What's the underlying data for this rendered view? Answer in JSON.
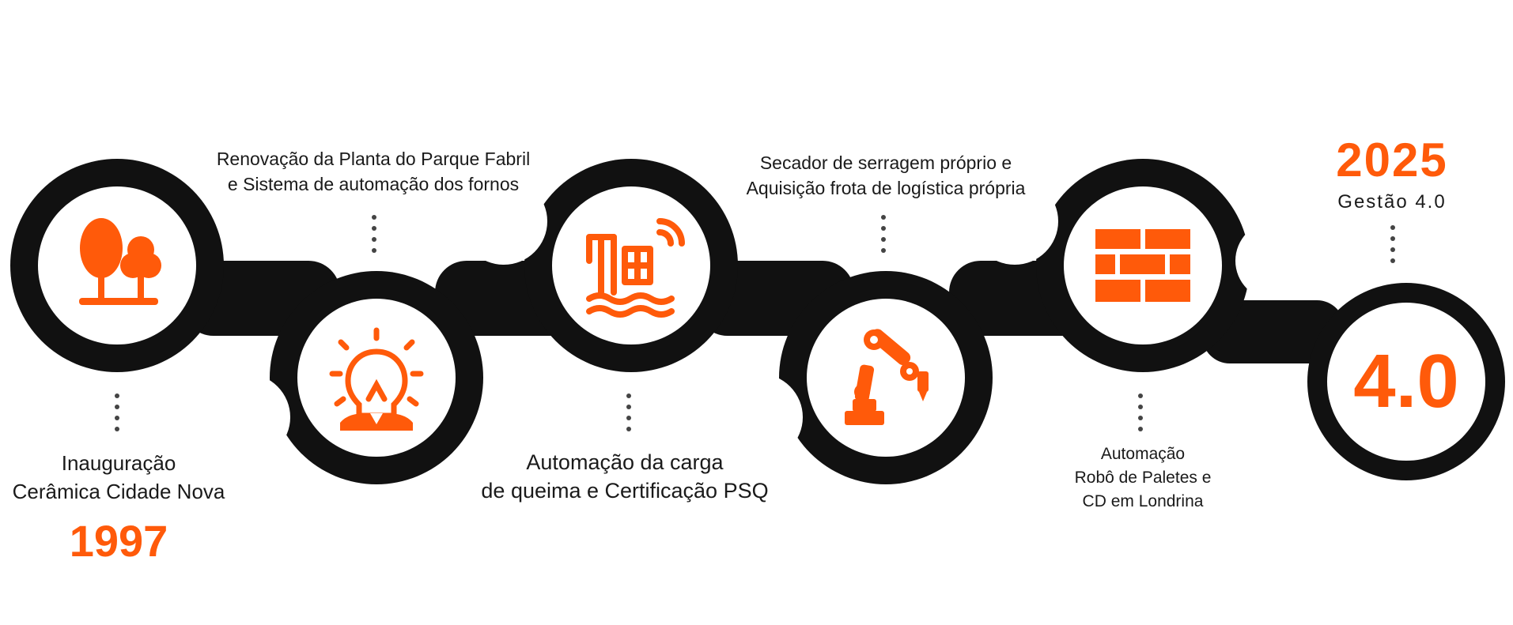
{
  "colors": {
    "accent": "#ff5a0a",
    "chain": "#111111",
    "text": "#1a1a1a",
    "dots": "#444444"
  },
  "milestones": [
    {
      "icon": "trees-icon",
      "lines": [
        "Inauguração",
        "Cerâmica Cidade Nova"
      ],
      "year": "1997"
    },
    {
      "icon": "idea-person-icon",
      "lines": [
        "Renovação da Planta do Parque Fabril",
        "e Sistema de automação dos fornos"
      ]
    },
    {
      "icon": "automation-oven-icon",
      "lines": [
        "Automação da carga",
        "de queima e Certificação PSQ"
      ]
    },
    {
      "icon": "robot-arm-icon",
      "lines": [
        "Secador de serragem próprio e",
        "Aquisição frota de logística própria"
      ]
    },
    {
      "icon": "pallet-bricks-icon",
      "lines": [
        "Automação",
        "Robô de Paletes e",
        "CD em Londrina"
      ]
    },
    {
      "icon": "industry-4-0-icon",
      "icon_text": "4.0",
      "year": "2025",
      "lines": [
        "Gestão 4.0"
      ]
    }
  ]
}
